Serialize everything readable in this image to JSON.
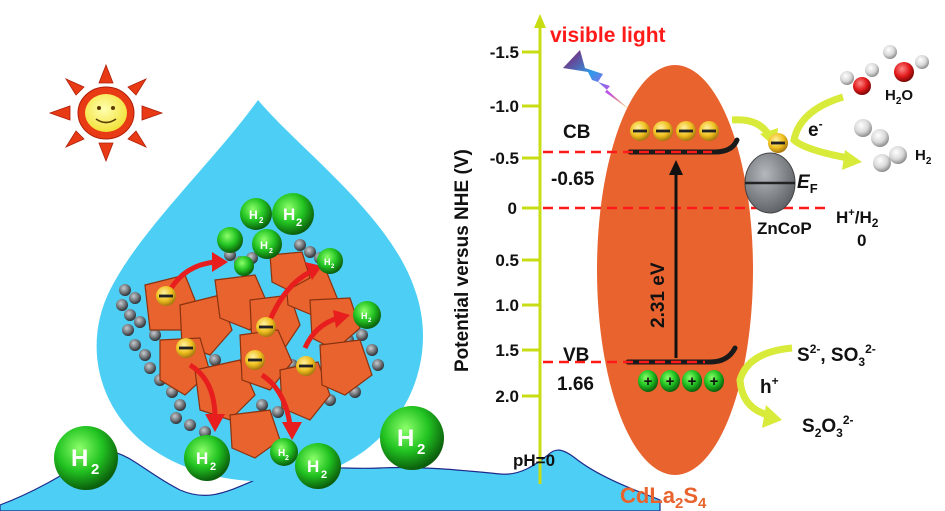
{
  "left_panel": {
    "h2_label": "H",
    "h2_sub": "2",
    "electron_symbol": "−"
  },
  "right_panel": {
    "light_label": "visible light",
    "axis_label": "Potential versus NHE (V)",
    "axis_ticks": [
      "-1.5",
      "-1.0",
      "-0.5",
      "0",
      "0.5",
      "1.0",
      "1.5",
      "2.0"
    ],
    "ph_label": "pH=0",
    "cb_label": "CB",
    "cb_value": "-0.65",
    "vb_label": "VB",
    "vb_value": "1.66",
    "bandgap_label": "2.31 eV",
    "semiconductor": {
      "main": "CdLa",
      "sub1": "2",
      "mid": "S",
      "sub2": "4"
    },
    "cocatalyst_label": "ZnCoP",
    "fermi_label": "E",
    "fermi_sub": "F",
    "redox_label": {
      "a": "H",
      "sup": "+",
      "b": "/H",
      "sub": "2",
      "value": "0"
    },
    "electron_label": {
      "main": "e",
      "sup": "-"
    },
    "hole_label": {
      "main": "h",
      "sup": "+"
    },
    "water_label": {
      "a": "H",
      "sub": "2",
      "b": "O"
    },
    "h2_product_label": {
      "a": "H",
      "sub": "2"
    },
    "sacrificial_label": {
      "s": "S",
      "sup1": "2-",
      "comma": ", SO",
      "sub": "3",
      "sup2": "2-"
    },
    "oxidation_product": {
      "s": "S",
      "sub1": "2",
      "o": "O",
      "sub2": "3",
      "sup": "2-"
    }
  },
  "colors": {
    "semiconductor_orange": "#E8632E",
    "axis_yellow_green": "#C8DC14",
    "dashed_red": "#FF1A1A",
    "water_blue": "#4DCFF5",
    "h2_green": "#22C322",
    "electron_gold": "#F0C020",
    "cocatalyst_gray": "#8A8E93",
    "light_text_red": "#FF1A1A"
  }
}
